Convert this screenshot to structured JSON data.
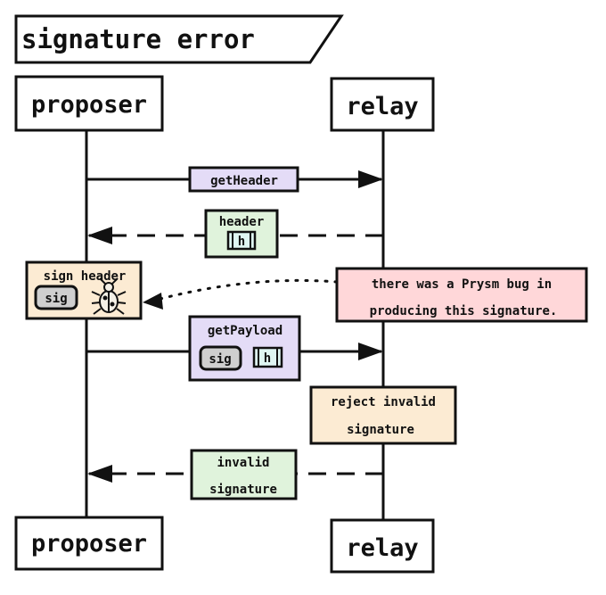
{
  "title": "signature error",
  "participants": {
    "left": "proposer",
    "right": "relay"
  },
  "messages": {
    "get_header": "getHeader",
    "header": "header",
    "header_chip": "h",
    "sign_header": "sign header",
    "sig_chip": "sig",
    "note_line1": "there was a Prysm bug in",
    "note_line2": "producing this signature.",
    "get_payload": "getPayload",
    "payload_sig_chip": "sig",
    "payload_h_chip": "h",
    "reject_line1": "reject invalid",
    "reject_line2": "signature",
    "invalid_line1": "invalid",
    "invalid_line2": "signature"
  },
  "colors": {
    "purple": "#e4dcf7",
    "green": "#e0f3dc",
    "peach": "#fcebd3",
    "pink": "#ffd7d9",
    "chip_gray": "#cfcfcf",
    "chip_h": "#dff6f2",
    "line": "#111111"
  },
  "icons": {
    "bug": "bug-icon",
    "arrow": "arrowhead"
  }
}
